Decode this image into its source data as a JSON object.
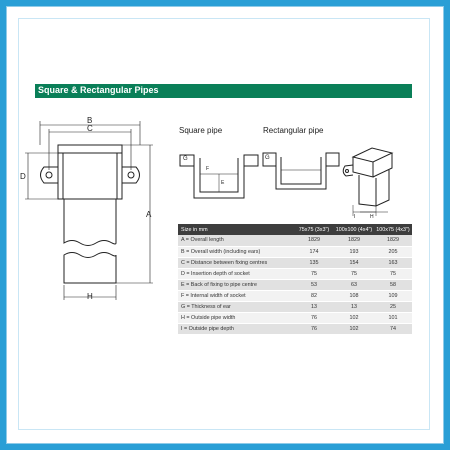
{
  "header": {
    "title": "Square & Rectangular Pipes"
  },
  "captions": {
    "square": "Square pipe",
    "rectangular": "Rectangular pipe"
  },
  "dims": {
    "A": "A",
    "B": "B",
    "C": "C",
    "D": "D",
    "H": "H",
    "F": "F",
    "E": "E",
    "G": "G",
    "I": "I"
  },
  "table": {
    "headers": [
      "Size in mm",
      "75x75 (3x3\")",
      "100x100 (4x4\")",
      "100x75 (4x3\")"
    ],
    "rows": [
      [
        "A = Overall length",
        "1829",
        "1829",
        "1829"
      ],
      [
        "B = Overall width (including ears)",
        "174",
        "193",
        "205"
      ],
      [
        "C = Distance between fixing centres",
        "135",
        "154",
        "163"
      ],
      [
        "D = Insertion depth of socket",
        "75",
        "75",
        "75"
      ],
      [
        "E = Back of fixing to pipe centre",
        "53",
        "63",
        "58"
      ],
      [
        "F = Internal width of socket",
        "82",
        "108",
        "109"
      ],
      [
        "G = Thickness of ear",
        "13",
        "13",
        "25"
      ],
      [
        "H = Outside pipe width",
        "76",
        "102",
        "101"
      ],
      [
        "I = Outside pipe depth",
        "76",
        "102",
        "74"
      ]
    ]
  },
  "colors": {
    "frame": "#2a9fd6",
    "title_bar": "#0a7f58",
    "table_header": "#3d3d3d"
  }
}
